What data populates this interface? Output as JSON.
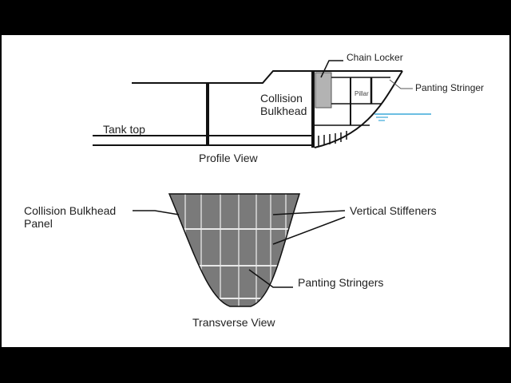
{
  "diagram": {
    "profile_view": {
      "caption": "Profile View",
      "labels": {
        "tank_top": "Tank top",
        "collision_bulkhead_line1": "Collision",
        "collision_bulkhead_line2": "Bulkhead",
        "chain_locker": "Chain Locker",
        "pillar": "Pillar",
        "panting_stringer": "Panting Stringer"
      },
      "colors": {
        "waterline": "#3aa8d8",
        "chain_locker_fill": "#b3b3b3",
        "line": "#111111"
      }
    },
    "transverse_view": {
      "caption": "Transverse View",
      "labels": {
        "panel_line1": "Collision Bulkhead",
        "panel_line2": "Panel",
        "vertical_stiffeners": "Vertical Stiffeners",
        "panting_stringers": "Panting Stringers"
      },
      "colors": {
        "panel_fill": "#7a7a7a",
        "grid": "#e8e8e8"
      }
    }
  }
}
